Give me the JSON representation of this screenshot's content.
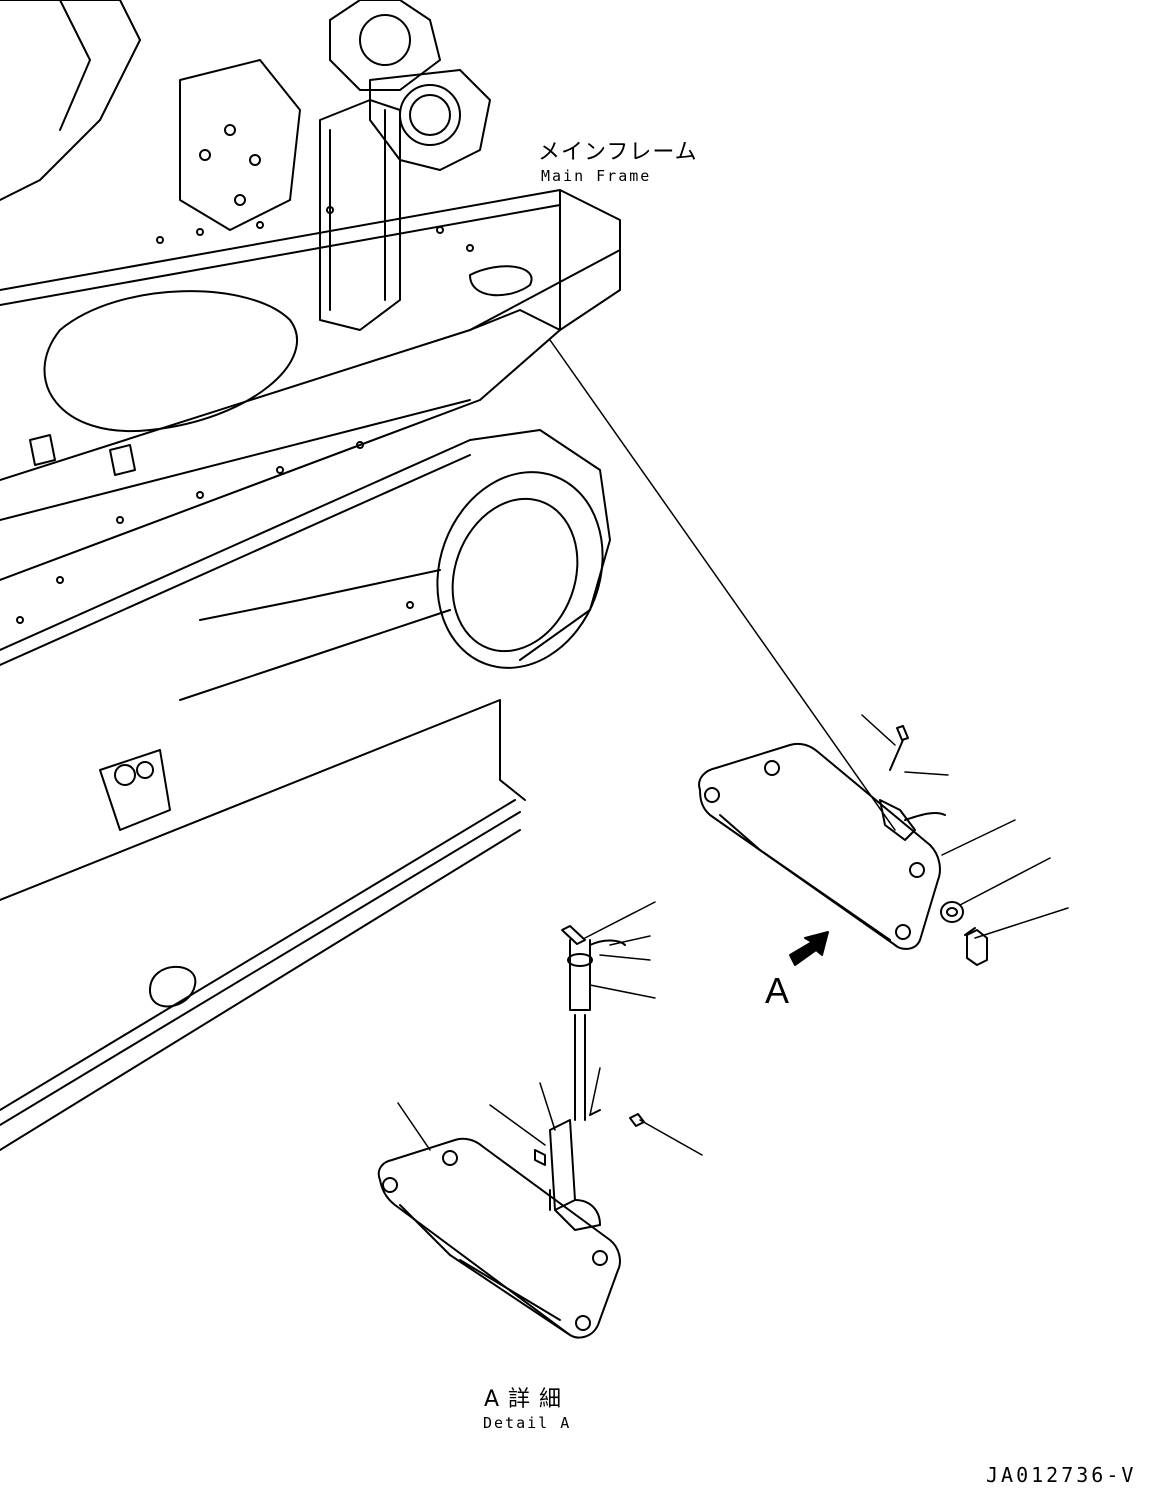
{
  "labels": {
    "main_frame_jp": "メインフレーム",
    "main_frame_en": "Main Frame",
    "view_marker": "A",
    "detail_jp": "A 詳 細",
    "detail_en": "Detail A",
    "drawing_code": "JA012736-V"
  },
  "colors": {
    "line": "#000000",
    "background": "#ffffff"
  }
}
